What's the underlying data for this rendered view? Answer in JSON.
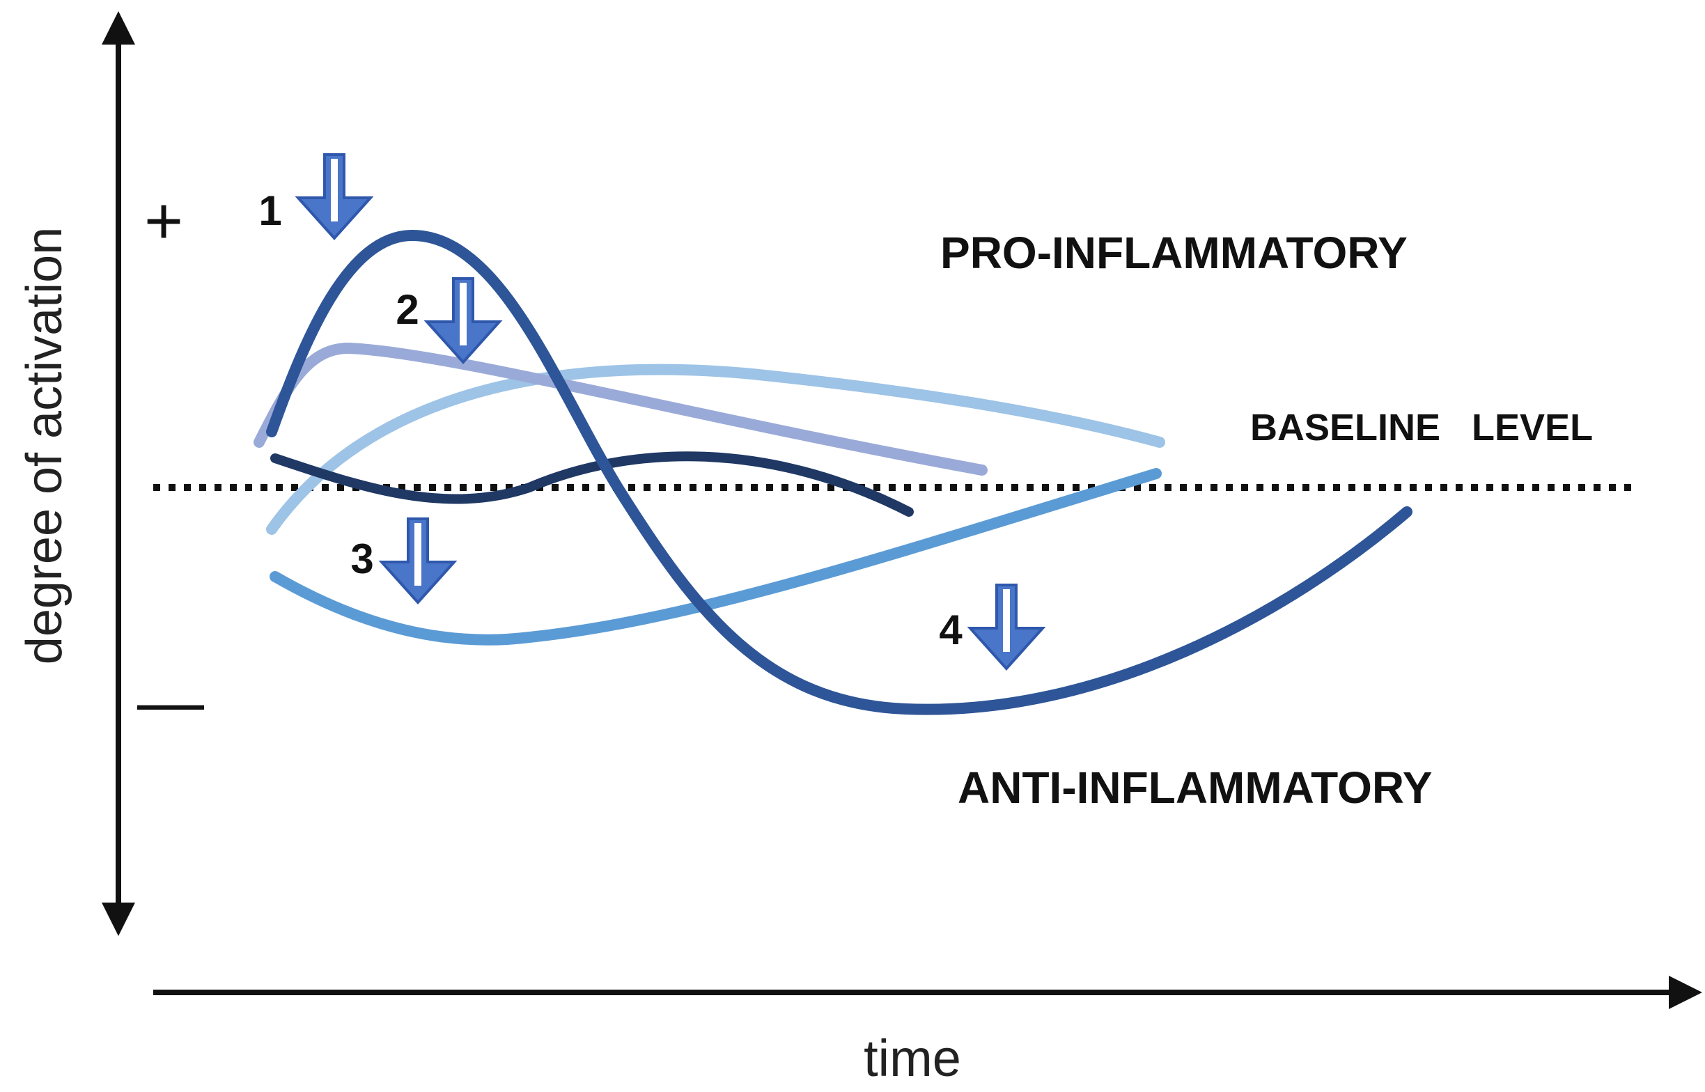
{
  "axes": {
    "y_label": "degree of activation",
    "x_label": "time",
    "plus_sign": "+",
    "minus_sign": "—"
  },
  "regions": {
    "top": "PRO-INFLAMMATORY",
    "bottom": "ANTI-INFLAMMATORY"
  },
  "baseline": {
    "label": "BASELINE   LEVEL"
  },
  "markers": [
    {
      "number": "1",
      "icon": "down-arrow-icon"
    },
    {
      "number": "2",
      "icon": "down-arrow-icon"
    },
    {
      "number": "3",
      "icon": "down-arrow-icon"
    },
    {
      "number": "4",
      "icon": "down-arrow-icon"
    }
  ],
  "colors": {
    "axis": "#111111",
    "arrow_fill": "#4A76C9",
    "arrow_stroke": "#2F58AD",
    "curve_main": "#2E5597",
    "curve_navy": "#1F3864",
    "curve_lavender": "#9AAAD8",
    "curve_pale": "#9DC3E6",
    "curve_mid": "#5B9BD5"
  }
}
